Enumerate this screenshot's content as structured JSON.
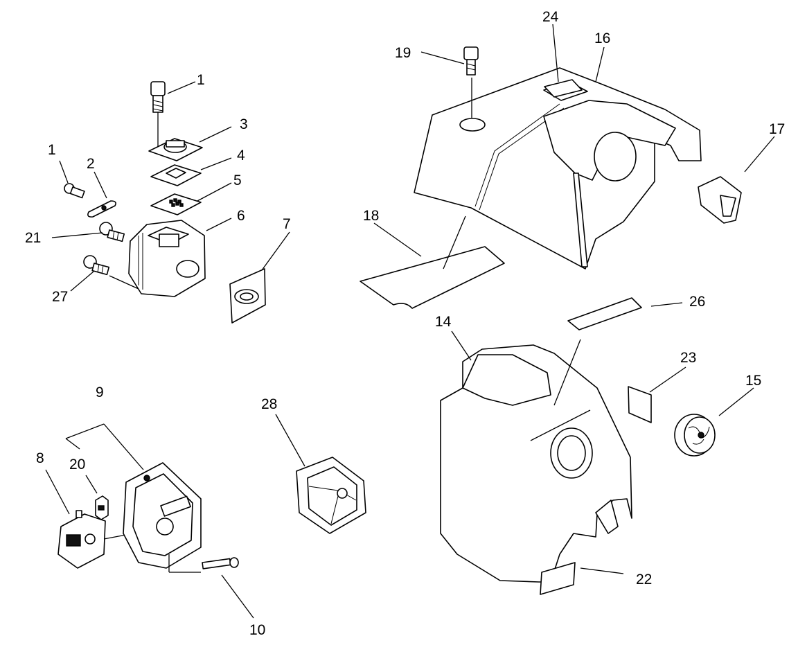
{
  "diagram": {
    "colors": {
      "line": "#000000",
      "background": "#ffffff"
    },
    "callouts": [
      {
        "id": "c1a",
        "label": "1"
      },
      {
        "id": "c1b",
        "label": "1"
      },
      {
        "id": "c2",
        "label": "2"
      },
      {
        "id": "c3",
        "label": "3"
      },
      {
        "id": "c4",
        "label": "4"
      },
      {
        "id": "c5",
        "label": "5"
      },
      {
        "id": "c6",
        "label": "6"
      },
      {
        "id": "c7",
        "label": "7"
      },
      {
        "id": "c8",
        "label": "8"
      },
      {
        "id": "c9",
        "label": "9"
      },
      {
        "id": "c10",
        "label": "10"
      },
      {
        "id": "c14",
        "label": "14"
      },
      {
        "id": "c15",
        "label": "15"
      },
      {
        "id": "c16",
        "label": "16"
      },
      {
        "id": "c17",
        "label": "17"
      },
      {
        "id": "c18",
        "label": "18"
      },
      {
        "id": "c19",
        "label": "19"
      },
      {
        "id": "c20",
        "label": "20"
      },
      {
        "id": "c21",
        "label": "21"
      },
      {
        "id": "c22",
        "label": "22"
      },
      {
        "id": "c23",
        "label": "23"
      },
      {
        "id": "c24",
        "label": "24"
      },
      {
        "id": "c26",
        "label": "26"
      },
      {
        "id": "c27",
        "label": "27"
      },
      {
        "id": "c28",
        "label": "28"
      }
    ]
  }
}
